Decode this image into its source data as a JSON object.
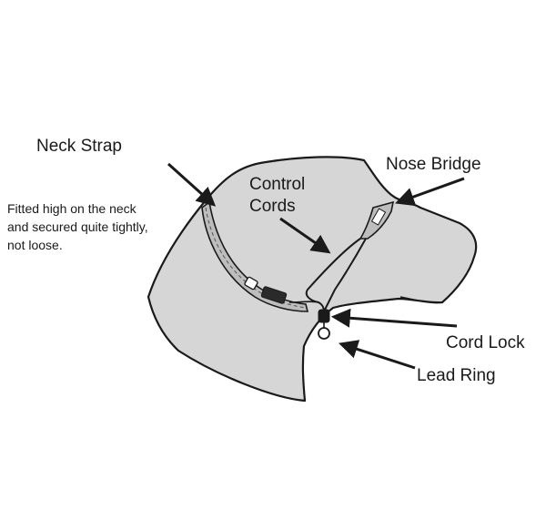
{
  "labels": {
    "neck_strap": "Neck Strap",
    "neck_note_line1": "Fitted high on the neck",
    "neck_note_line2": "and secured quite tightly,",
    "neck_note_line3": "not loose.",
    "control_cords_line1": "Control",
    "control_cords_line2": "Cords",
    "nose_bridge": "Nose Bridge",
    "cord_lock": "Cord Lock",
    "lead_ring": "Lead Ring"
  },
  "colors": {
    "dog_fill": "#d6d6d6",
    "outline": "#1a1a1a",
    "strap_fill": "#bdbdbd",
    "background": "#ffffff"
  }
}
